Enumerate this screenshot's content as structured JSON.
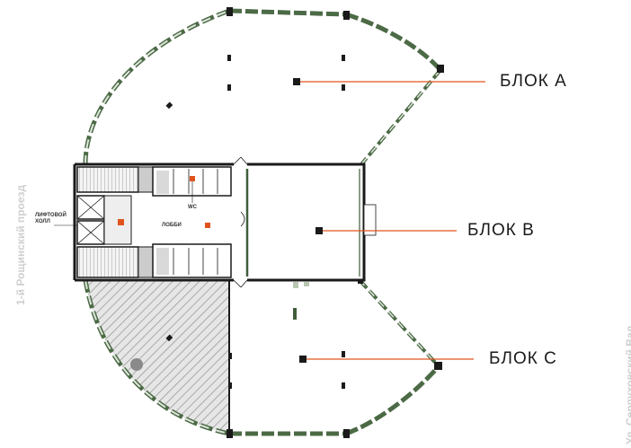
{
  "labels": {
    "block_a": "БЛОК А",
    "block_b": "БЛОК В",
    "block_c": "БЛОК С",
    "wc": "WC",
    "lobby": "ЛОББИ",
    "lift_hall_line1": "ЛИФТОВОЙ",
    "lift_hall_line2": "ХОЛЛ"
  },
  "streets": {
    "left": "1-й Рощинский проезд",
    "right": "Ул. Серпуховский Вал"
  },
  "colors": {
    "wall": "#1a1a1a",
    "window_green": "#4b6a45",
    "partition_green": "#3f5e3a",
    "accent_orange": "#e0531f",
    "stair_gray": "#cccccc",
    "street_text": "#cfcfcf"
  }
}
